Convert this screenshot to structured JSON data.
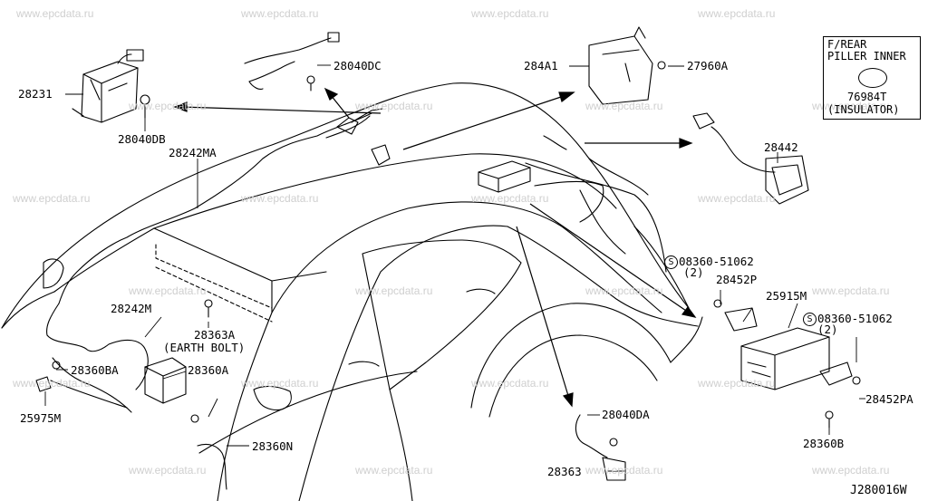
{
  "watermark_text": "www.epcdata.ru",
  "diagram_code": "J280016W",
  "inset": {
    "title_line1": "F/REAR",
    "title_line2": "PILLER INNER",
    "part": "76984T",
    "note": "(INSULATOR)"
  },
  "labels": {
    "p28231": "28231",
    "p28040DB": "28040DB",
    "p28040DC": "28040DC",
    "p28242MA": "28242MA",
    "p284A1": "284A1",
    "p27960A": "27960A",
    "p28442": "28442",
    "p28242M": "28242M",
    "p28363A": "28363A",
    "earth_bolt": "(EARTH BOLT)",
    "p28360BA": "28360BA",
    "p28360A": "28360A",
    "p25975M": "25975M",
    "p28360N": "28360N",
    "screw1_symbol": "S",
    "screw1": "08360-51062",
    "screw1_qty": "(2)",
    "p28452P": "28452P",
    "p25915M": "25915M",
    "screw2_symbol": "S",
    "screw2": "08360-51062",
    "screw2_qty": "(2)",
    "p28452PA": "28452PA",
    "p28360B": "28360B",
    "p28040DA": "28040DA",
    "p28363": "28363"
  }
}
